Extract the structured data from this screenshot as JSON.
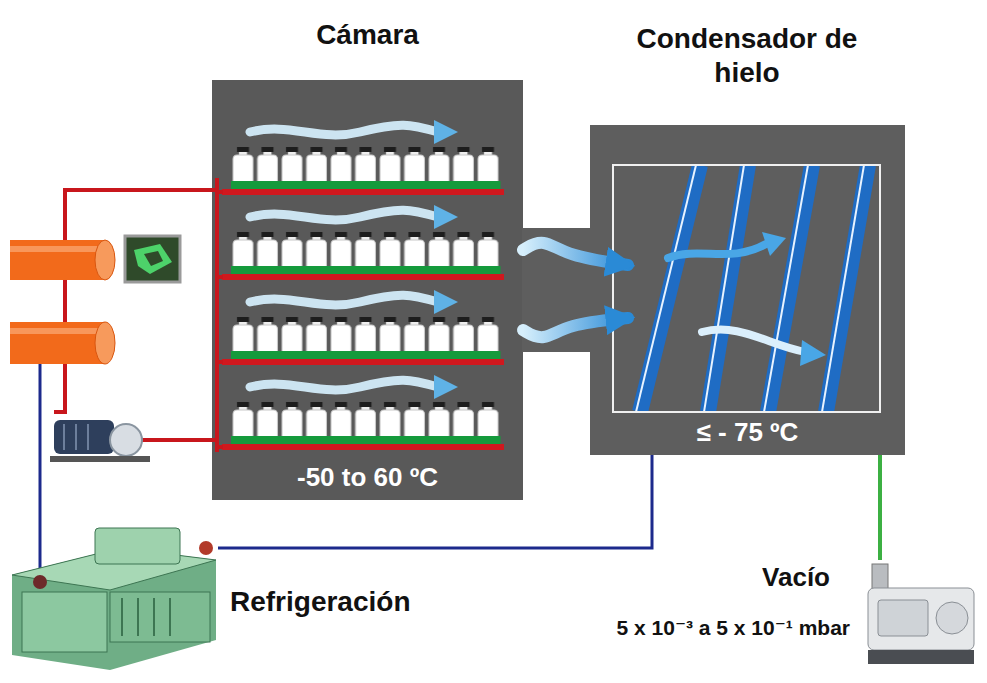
{
  "diagram": {
    "nodes": [
      {
        "text": [
          "Cámara",
          "-50 to 60 ºC"
        ]
      },
      {
        "text": [
          "Condensador de hielo",
          "≤ - 75 ºC"
        ]
      },
      {
        "text": [
          "Refrigeración"
        ]
      },
      {
        "text": [
          "Vacío",
          "5 x 10⁻³ a 5 x 10⁻¹ mbar"
        ]
      }
    ],
    "edges": [
      {
        "from": 0,
        "to": 1,
        "arrow": "to"
      },
      {
        "from": 0,
        "to": 1,
        "arrow": "to"
      },
      {
        "from": 2,
        "to": 1,
        "arrow": "none"
      },
      {
        "from": 1,
        "to": 3,
        "arrow": "none"
      }
    ]
  }
}
